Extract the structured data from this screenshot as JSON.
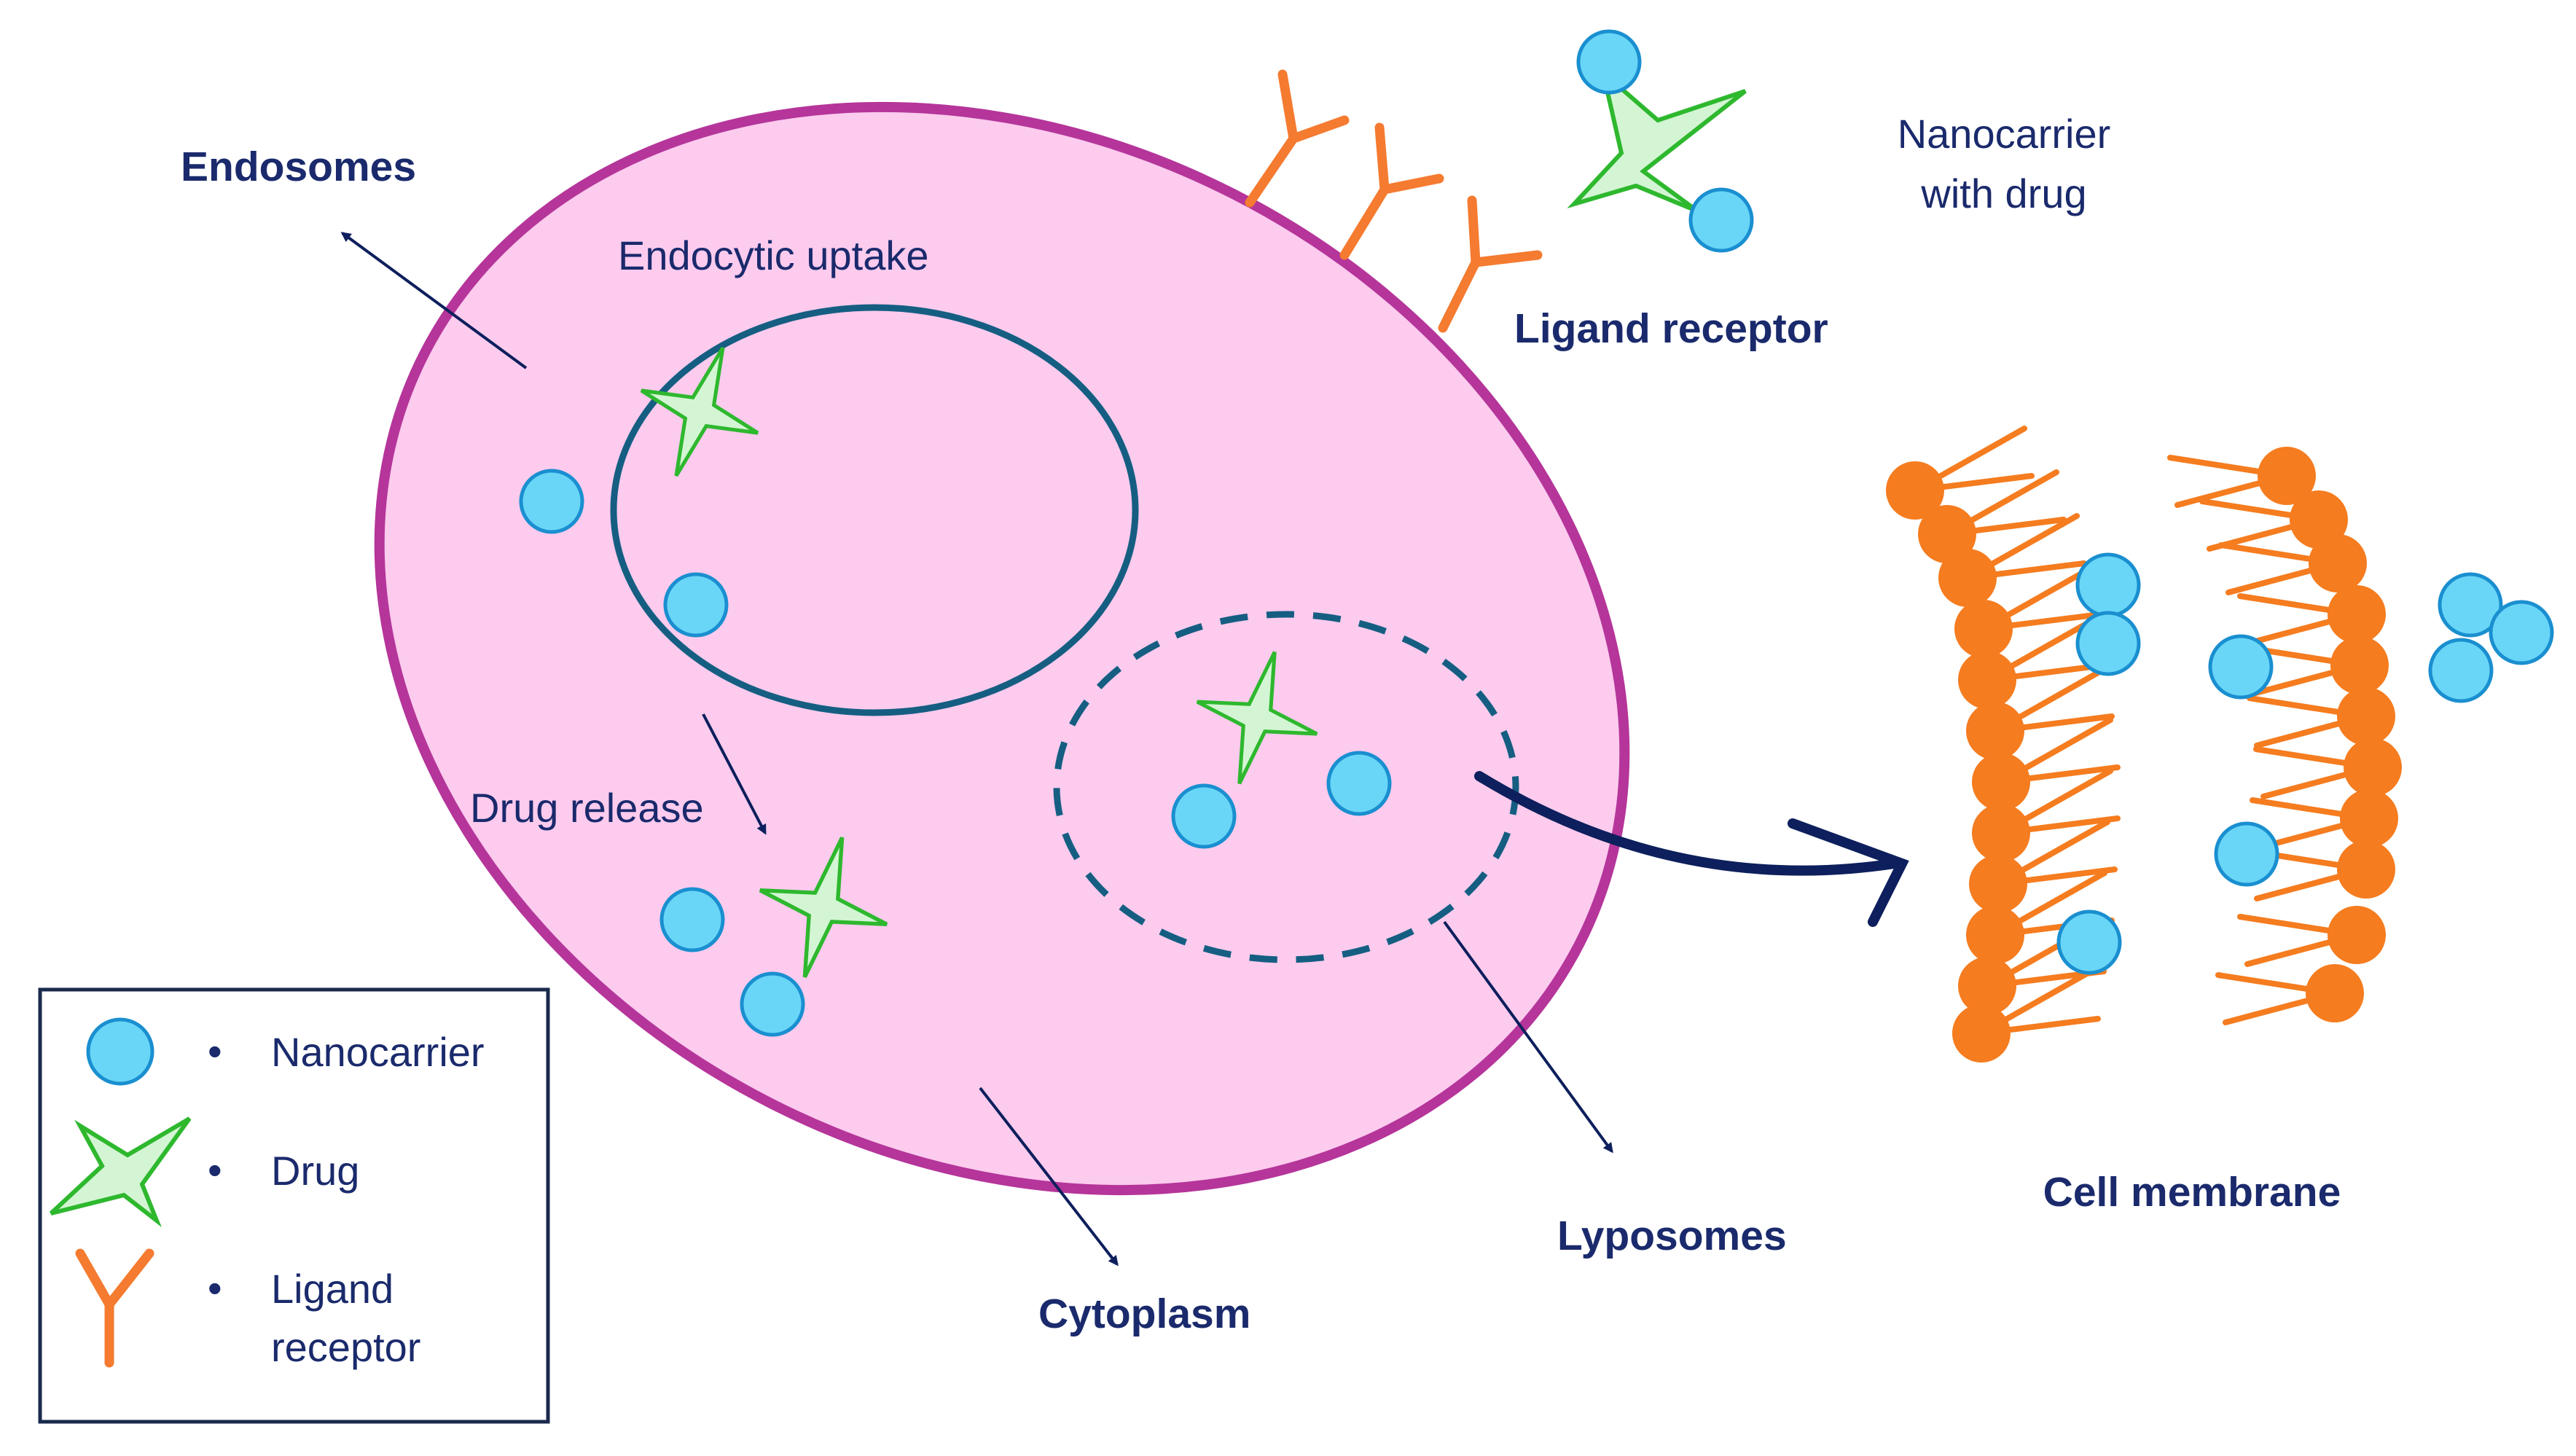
{
  "labels": {
    "endosomes": "Endosomes",
    "endocytic_uptake": "Endocytic uptake",
    "drug_release": "Drug release",
    "cytoplasm": "Cytoplasm",
    "lyposomes": "Lyposomes",
    "ligand_receptor": "Ligand receptor",
    "nanocarrier_with_drug_line1": "Nanocarrier",
    "nanocarrier_with_drug_line2": "with drug",
    "cell_membrane": "Cell membrane"
  },
  "legend": {
    "nanocarrier": "Nanocarrier",
    "drug": "Drug",
    "ligand_receptor_line1": "Ligand",
    "ligand_receptor_line2": "receptor",
    "bullet": "•"
  },
  "colors": {
    "cell_fill": "#fccbee",
    "cell_border": "#b5359a",
    "vesicle_border": "#155e82",
    "nanocarrier_fill": "#6ad6f7",
    "nanocarrier_border": "#1a8fd0",
    "drug_fill": "#d4f5d4",
    "drug_border": "#2eb82e",
    "receptor": "#f47b30",
    "lipid": "#f57c1f",
    "text": "#1a2a6c",
    "arrow": "#0d1f5c"
  }
}
